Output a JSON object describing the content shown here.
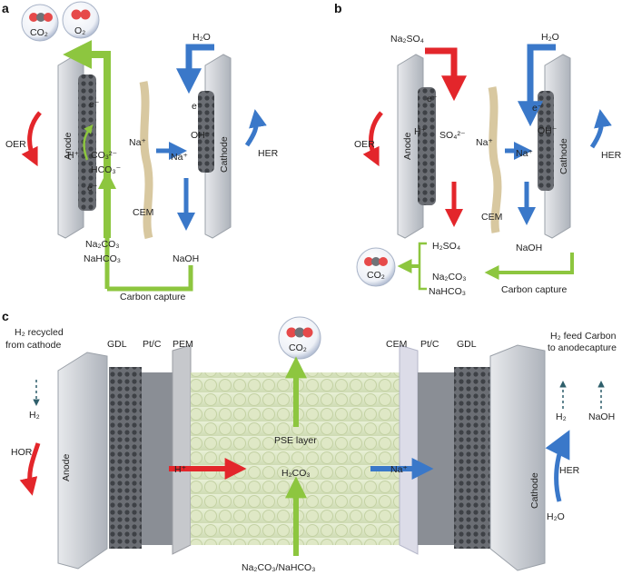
{
  "panel_a": {
    "letter": "a",
    "co2": "CO₂",
    "o2": "O₂",
    "h2o": "H₂O",
    "e_top": "e⁻",
    "e_bottom": "e⁻",
    "e_cathode": "e⁻",
    "h_plus": "H⁺",
    "co3": "CO₃²⁻",
    "hco3": "HCO₃⁻",
    "na_plus_left": "Na⁺",
    "na_plus_right": "Na⁺",
    "oh": "OH⁻",
    "oer": "OER",
    "her": "HER",
    "anode": "Anode",
    "cathode": "Cathode",
    "cem": "CEM",
    "na2co3": "Na₂CO₃",
    "nahco3": "NaHCO₃",
    "naoh": "NaOH",
    "carbon_capture": "Carbon capture"
  },
  "panel_b": {
    "letter": "b",
    "na2so4": "Na₂SO₄",
    "h2o": "H₂O",
    "e_anode": "e⁻",
    "e_cathode": "e⁻",
    "h_plus": "H⁺",
    "so4": "SO₄²⁻",
    "na_plus_left": "Na⁺",
    "na_plus_right": "Na⁺",
    "oh": "OH⁻",
    "oer": "OER",
    "her": "HER",
    "anode": "Anode",
    "cathode": "Cathode",
    "cem": "CEM",
    "naoh": "NaOH",
    "h2so4": "H₂SO₄",
    "na2co3": "Na₂CO₃",
    "nahco3": "NaHCO₃",
    "co2": "CO₂",
    "carbon_capture": "Carbon capture"
  },
  "panel_c": {
    "letter": "c",
    "h2_recycled_1": "H₂ recycled",
    "h2_recycled_2": "from cathode",
    "gdl_left": "GDL",
    "ptc_left": "Pt/C",
    "pem": "PEM",
    "co2": "CO₂",
    "cem": "CEM",
    "ptc_right": "Pt/C",
    "gdl_right": "GDL",
    "h2_feed_1": "H₂ feed",
    "h2_feed_2": "to anode",
    "carbon_capture_1": "Carbon",
    "carbon_capture_2": "capture",
    "h2_left": "H₂",
    "hor": "HOR",
    "anode": "Anode",
    "pse_layer": "PSE layer",
    "h_plus": "H⁺",
    "h2co3": "H₂CO₃",
    "na_plus": "Na⁺",
    "h2_right": "H₂",
    "naoh": "NaOH",
    "cathode": "Cathode",
    "her": "HER",
    "h2o": "H₂O",
    "feed": "Na₂CO₃/NaHCO₃"
  },
  "colors": {
    "green": "#8dc63f",
    "blue": "#3a78c9",
    "red": "#e3262b",
    "plate": "#c9cdd3",
    "electrode": "#55585e",
    "membrane": "#d8c8a0"
  }
}
